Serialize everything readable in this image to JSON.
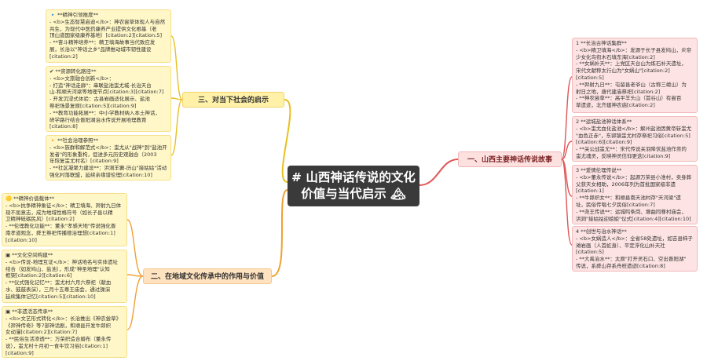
{
  "mindmap": {
    "center_title": "# 山西神话传说的文化价值与当代启示 🏔",
    "center_line1": "# 山西神话传说的文化",
    "center_line2": "价值与当代启示 🏔",
    "branches": {
      "b1": "一、山西主要神话传说故事",
      "b2": "二、在地域文化传承中的作用与价值",
      "b3": "三、对当下社会的启示"
    },
    "cards": {
      "r1": [
        "1 **长治古神话集群**",
        "- <b>精卫填海</b>：发源于长子县发鸠山，炎帝",
        "少女化鸟衔木石填东海[citation:2]",
        "- **女娲补天**：上党区天台山为炼石补天遗址，",
        "宋代文献称太行山为\"女娲山\"[citation:2]",
        "[citation:5]",
        "- **羿射九日**：屯留县老爷山（古称三嵕山）为",
        "射日之地，唐代建庙祭祀[citation:2]",
        "- **神农尝草**：高平羊头山（首谷山）有尝百",
        "草遗迹，北齐建神农庙[citation:2]"
      ],
      "r2": [
        "2 **运城盐池神话体系**",
        "- <b>蚩尤血化盐池</b>：解州盐池因黄帝斩蚩尤",
        "\"血色正赤\"，东郭镇蚩尤村存祭祀习俗[citation:5]",
        "[citation:6][citation:9]",
        "- **关公战蚩尤**：宋代传说关羽降伏盐池作祟的",
        "蚩尤魂灵，反映神灵信仰更迭[citation:9]"
      ],
      "r3": [
        "3 **爱情伦理传说**",
        "- <b>董永传说</b>：起源万荣县小淮村，卖身葬",
        "父获天女相助，2006年列为首批国家级非遗",
        "[citation:1]",
        "- **牛郎织女**：和顺县南天池村存\"天河梁\"遗",
        "址，民俗传唱七夕民俗[citation:7]",
        "- **尧王传说**：运城鸣条岗、塬曲同尊村庙会，",
        "洪洞\"接姑姑迎娘娘\"仪式[citation:4][citation:10]"
      ],
      "r4": [
        "4 **创世与治水神话**",
        "- <b>女娲造人</b>：全省58处遗址，如吉县柿子",
        "滩岩画（人首蛇身）、平定浮化山补天社",
        "[citation:5]",
        "- **大禹治水**：太原\"打开灵石口、空出晋阳湖\"",
        "传说，系舜山存系舟桩遗迹[citation:8]"
      ],
      "y1": [
        "🔹 **精神引领推度**",
        "- <b>生态智慧启迪</b>：神农尝草体现人与自然",
        "共生，为现代中医药康养产业提供文化根基（老",
        "顶山道国家级康养基地）[citation:2][citation:5]",
        "- **奋斗精神培养**：精卫填海故事当代致应发",
        "展，长治以\"神话之乡\"品牌推动城市韧性建设",
        "[citation:2]"
      ],
      "y2": [
        "✔ **资源转化路径**",
        "- <b>文旅融合创新</b>：",
        "  - 打造\"神话走廊\"：串联盐池蚩尤城-长治天台",
        "山-和顺天河梁等地理节点[citation:3][citation:7]",
        "  - 开发沉浸式体验：古县岩画适化展示、盐池",
        "祭祀场景复原[citation:5][citation:9]",
        "- **教育功能拓展**：中小学教材纳入本土神话，",
        "研学路行结合晋阳湖治水传说开展地理教育",
        "[citation:8]"
      ],
      "y3": [
        "🔸 **社会治理参照**",
        "- <b>族群和解范式</b>：蚩尤从\"战神\"到\"盐池开",
        "发者\"的形象重构，促进多元历史观融合（2003",
        "年恢复蚩尤村名）[citation:9]",
        "- **社区凝聚力建设**：洪洞羊獬-历山\"接姑姑\"活动",
        "强化村落联盟，延续亲缘谱伦理[citation:10]"
      ],
      "o1": [
        "🟡 **精神价值载体**",
        "- <b>抗争精神象征</b>：精卫填海、羿射九日体",
        "现不屈意志，成为地域性格符号（如长子县以精",
        "卫精神砥砺民风）[citation:2]",
        "- **伦理教化功能**：董永\"孝感天地\"传说强化晋",
        "南孝道观念，舜王祭祀传播德治理想[citation:1]",
        "[citation:10]"
      ],
      "o2": [
        "▣ **文化空间构建**",
        "- <b>传说-地理互证</b>：神话地名与实体遗址",
        "结合（如发鸠山、盐池），形成\"神圣地理\"认知",
        "框架[citation:2][citation:6]",
        "- **仪式强化记忆**：蚩尤村六月六祭祀（献血",
        "水、鼓鼓表演），三月十五尊王庙会，通过操演",
        "延续集体记忆[citation:5][citation:10]"
      ],
      "o3": [
        "▣ **非遗活态传承**",
        "- <b>文艺形式转化</b>：长治推出《神农尝草》",
        "《羿神传奇》等7部神话剧，和顺县开发牛郎织",
        "女动漫[citation:2][citation:7]",
        "- **民俗生活渗透**：万荣织造合婚布（董永传",
        "说），蚩尤村十月初一食牛饮习俗[citation:1]",
        "[citation:9]"
      ]
    }
  },
  "colors": {
    "center_bg": "#3a3a3a",
    "red_branch": "#e05555",
    "yellow_branch": "#e8c020",
    "orange_branch": "#f0a030",
    "red_card": "#fde3e3",
    "yellow_card": "#fff7c8"
  }
}
